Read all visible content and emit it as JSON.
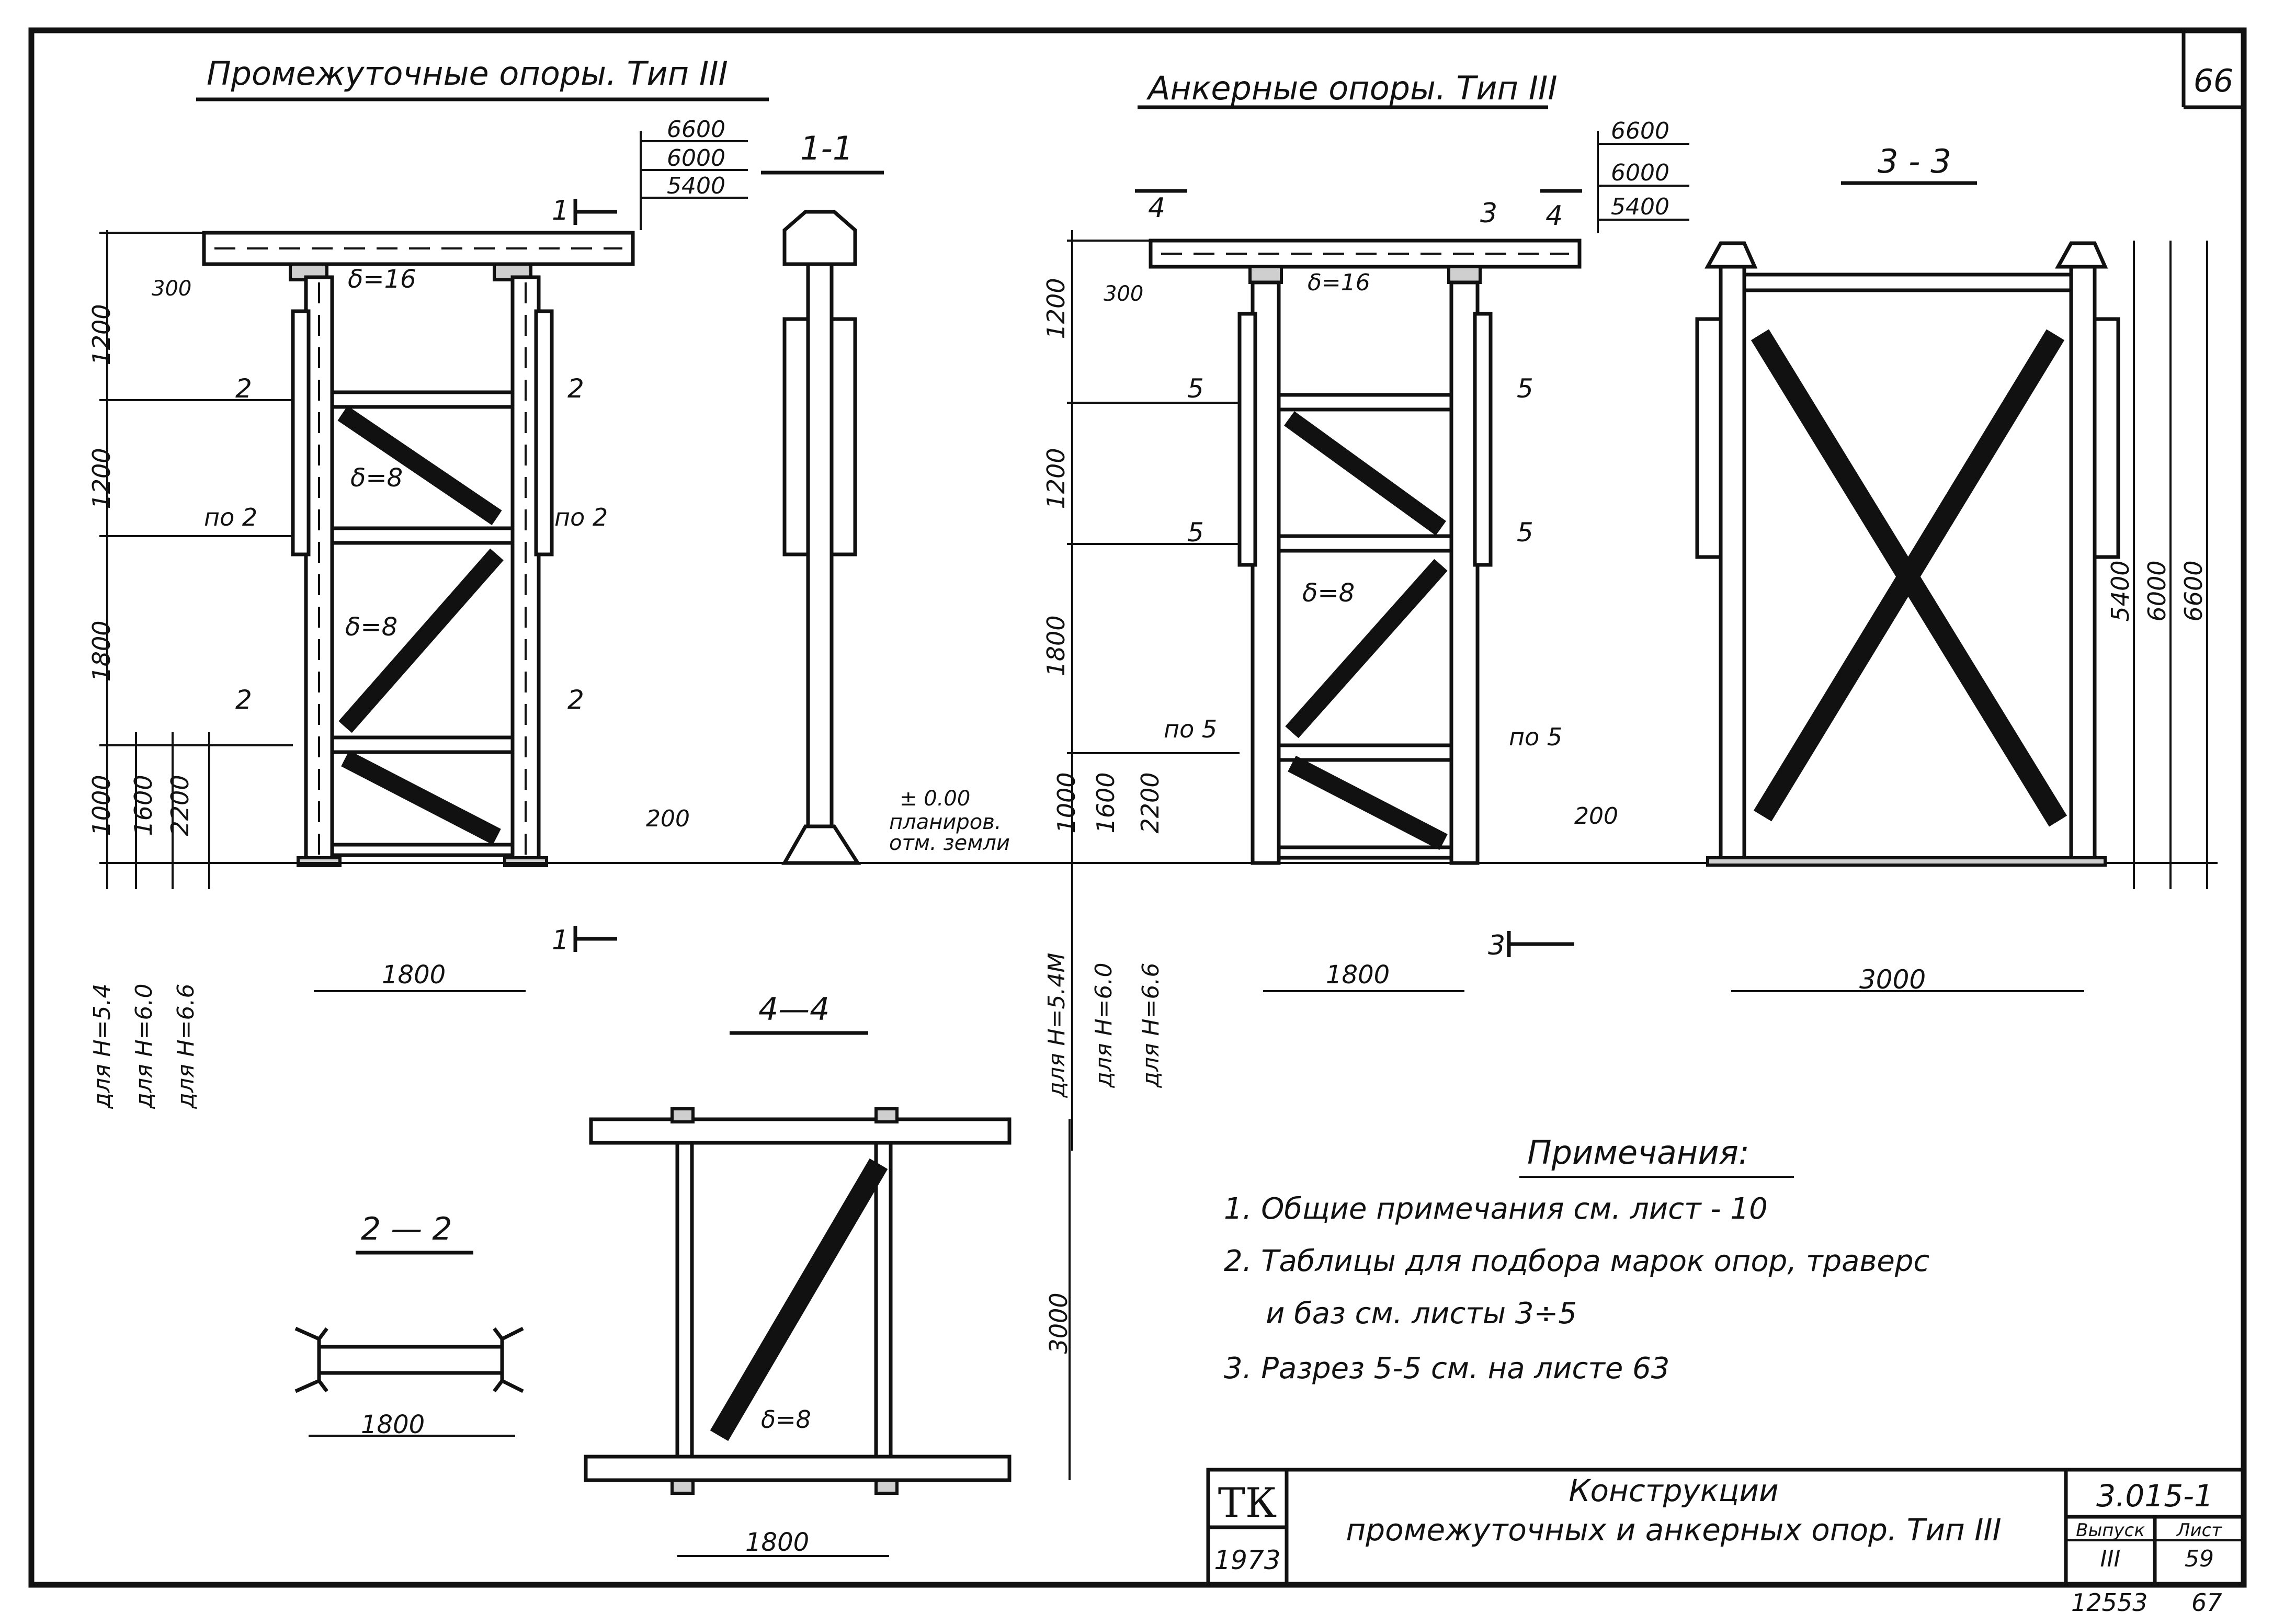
{
  "sheet_number": "66",
  "left_title": "Промежуточные опоры. Тип III",
  "right_title": "Анкерные опоры. Тип III",
  "elevations": [
    "6600",
    "6000",
    "5400"
  ],
  "section_labels": {
    "s11": "1-1",
    "s33": "3 - 3",
    "s44": "4—4",
    "s22": "2 — 2",
    "cut1": "1",
    "cut3": "3",
    "cut4": "4",
    "cut2": "2",
    "cut5": "5",
    "po2": "по 2",
    "po5": "по 5"
  },
  "thickness_labels": {
    "d16": "δ=16",
    "d8": "δ=8"
  },
  "vertical_dims_left": [
    "1200",
    "1200",
    "1800",
    "1000",
    "1600",
    "2200"
  ],
  "vertical_dims_right": [
    "1200",
    "1200",
    "1800",
    "1000",
    "1600",
    "2200"
  ],
  "small_dims": {
    "d300": "300",
    "d200": "200",
    "d1800": "1800",
    "d3000": "3000"
  },
  "height_labels": [
    "для H=5.4",
    "для H=6.0",
    "для H=6.6"
  ],
  "height_labels_right": [
    "для H=5.4М",
    "для H=6.0",
    "для H=6.6"
  ],
  "section33_dims": [
    "5400",
    "6000",
    "6600"
  ],
  "ground_note": [
    "± 0.00",
    "планиров.",
    "отм. земли"
  ],
  "notes": {
    "heading": "Примечания:",
    "items": [
      "1. Общие примечания см. лист - 10",
      "2. Таблицы для подбора марок опор, траверс",
      "и баз см. листы 3÷5",
      "3. Разрез 5-5 см. на листе 63"
    ]
  },
  "title_block": {
    "org": "ТК",
    "year": "1973",
    "title_line1": "Конструкции",
    "title_line2": "промежуточных и анкерных опор. Тип III",
    "code": "3.015-1",
    "issue_label": "Выпуск",
    "sheet_label": "Лист",
    "issue_value": "III",
    "sheet_value": "59",
    "archive_no": "12553",
    "archive_sheet": "67"
  }
}
